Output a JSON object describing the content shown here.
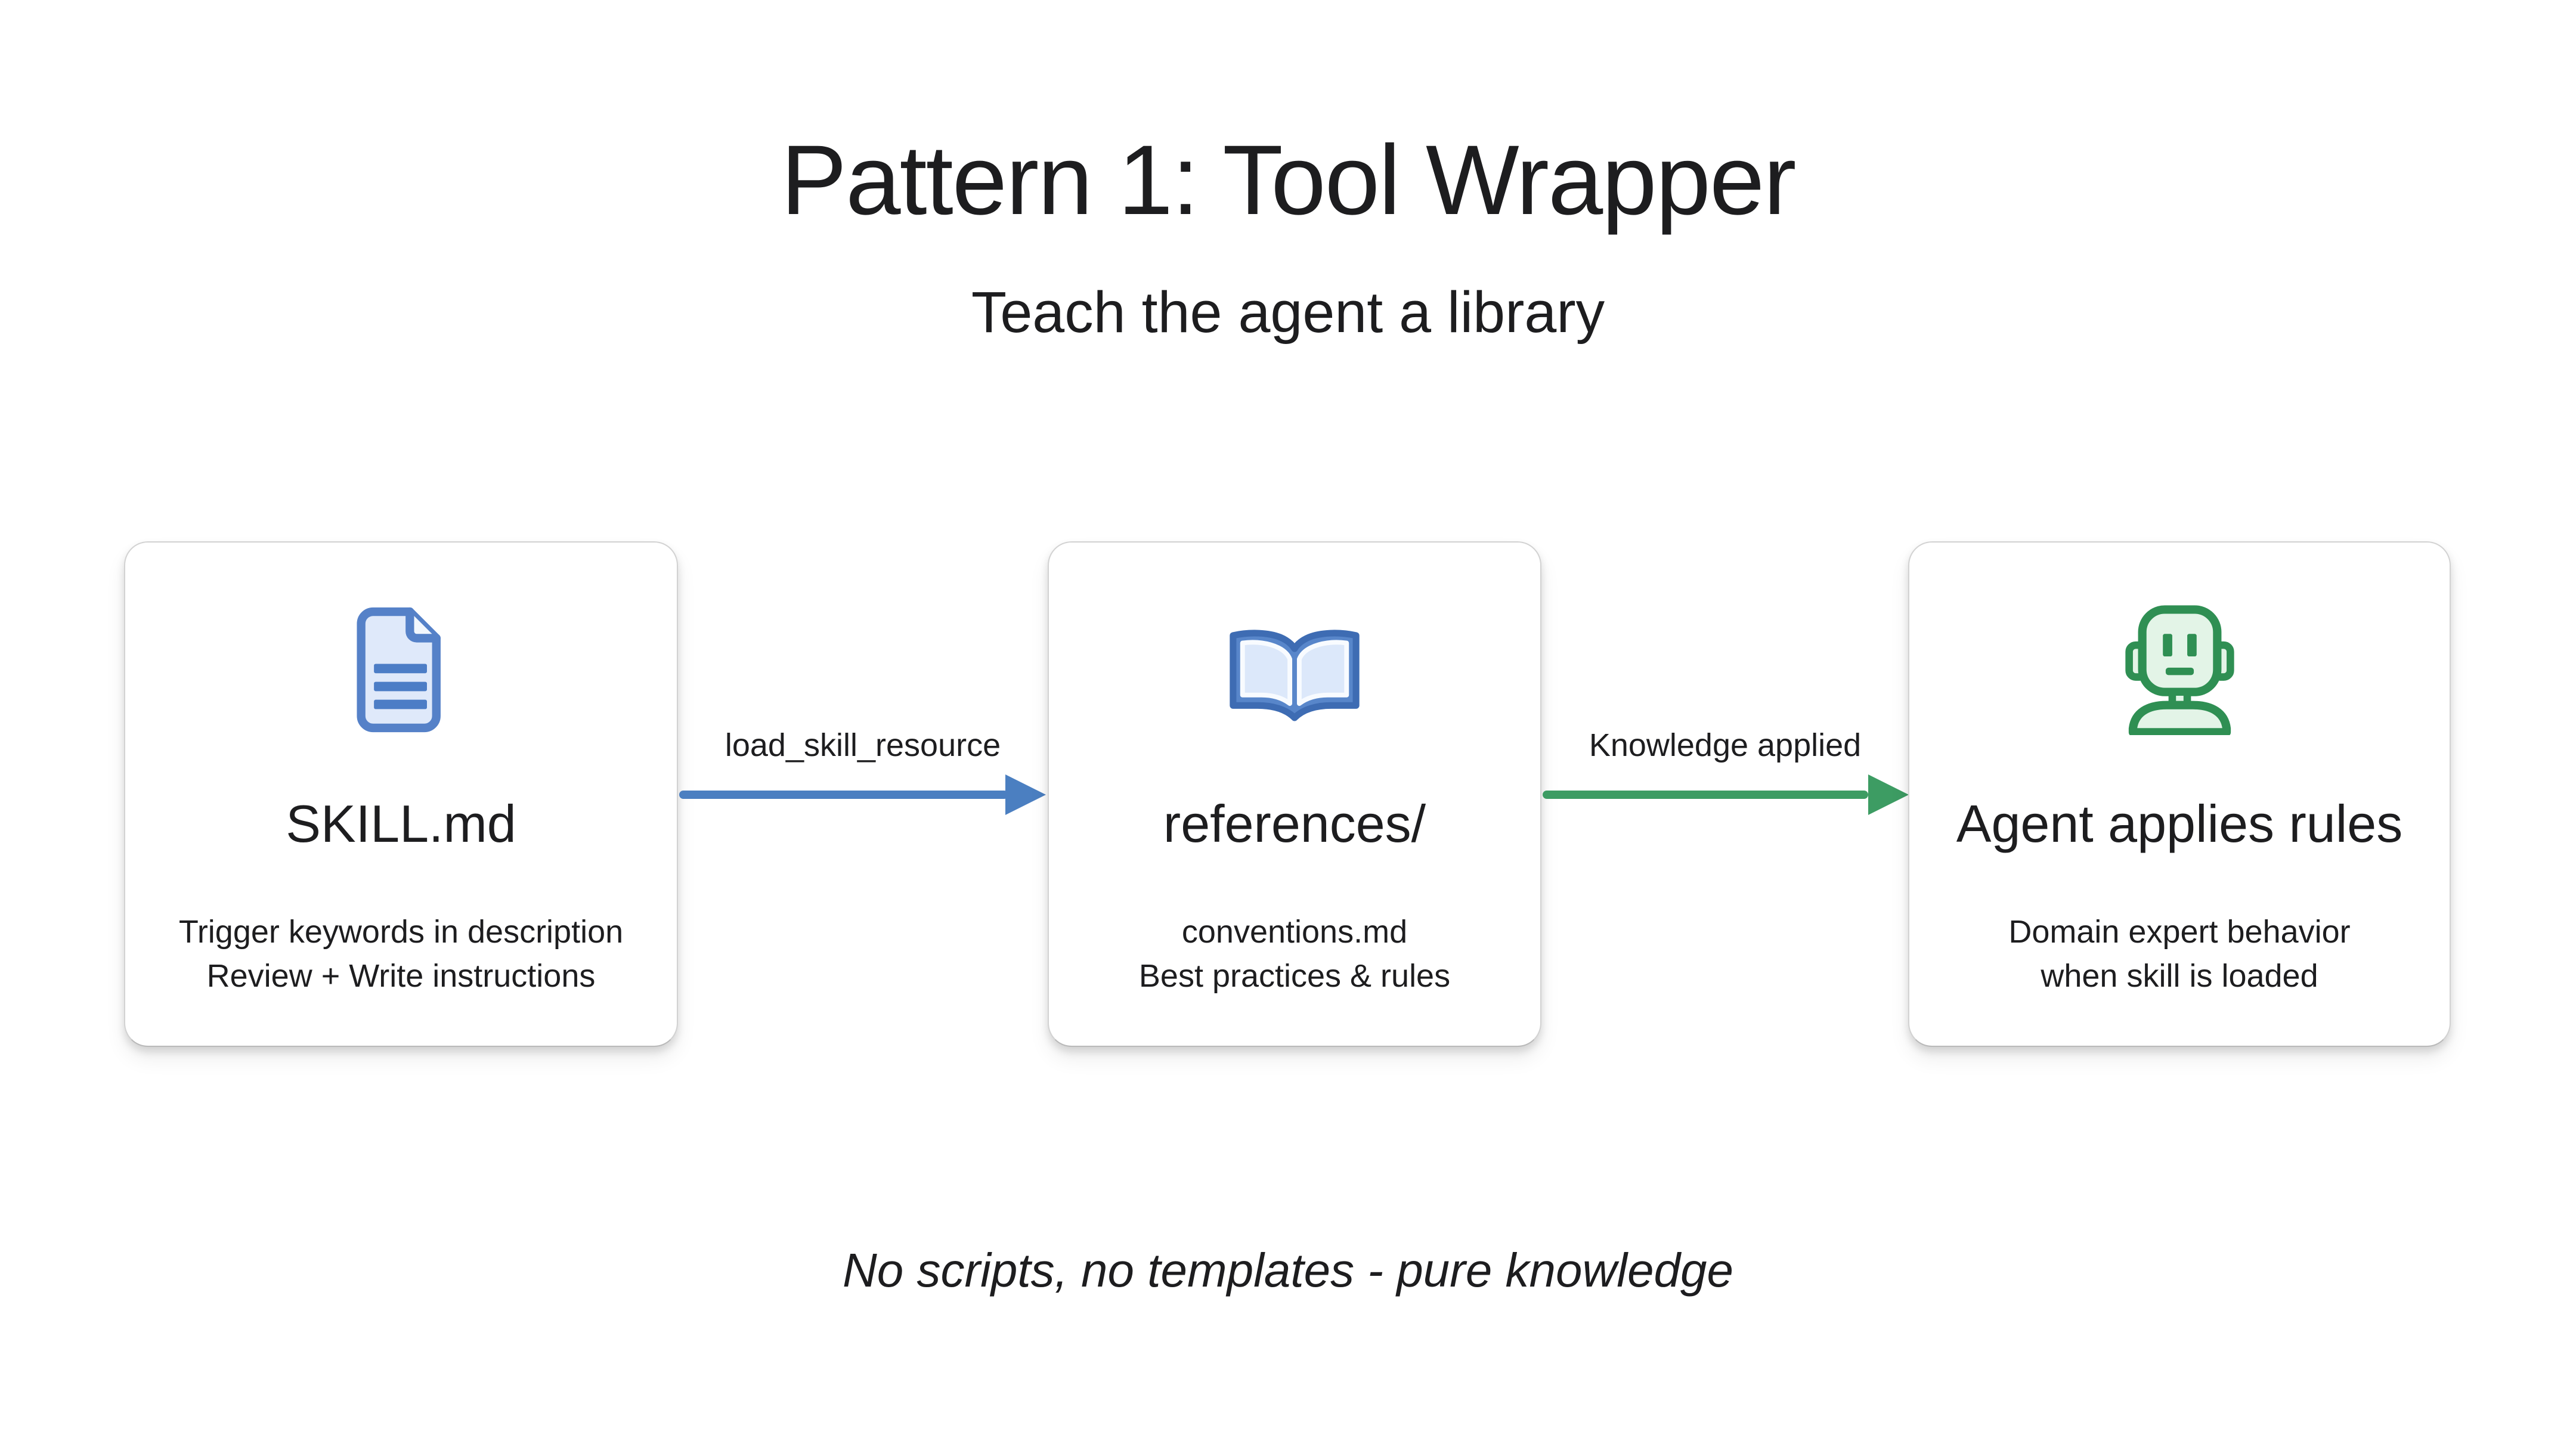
{
  "colors": {
    "text": "#1d1d1f",
    "arrow-blue": "#4b7fc1",
    "arrow-green": "#3d9c63",
    "card-border": "#d2d2d2",
    "doc-fill": "#dfe9fa",
    "doc-stroke": "#5581c8",
    "doc-line": "#4c7dc6",
    "book-cover": "#5886ca",
    "book-stroke": "#3e6cb3",
    "book-page": "#dce8fa",
    "robot-fill": "#e3f4e7",
    "robot-stroke": "#2f8f53"
  },
  "header": {
    "title": "Pattern 1: Tool Wrapper",
    "subtitle": "Teach the agent a library"
  },
  "nodes": [
    {
      "icon": "document-icon",
      "title": "SKILL.md",
      "line1": "Trigger keywords in description",
      "line2": "Review + Write instructions"
    },
    {
      "icon": "open-book-icon",
      "title": "references/",
      "line1": "conventions.md",
      "line2": "Best practices & rules"
    },
    {
      "icon": "robot-icon",
      "title": "Agent applies rules",
      "line1": "Domain expert behavior",
      "line2": "when skill is loaded"
    }
  ],
  "arrows": [
    {
      "label": "load_skill_resource",
      "color": "#4b7fc1",
      "from": "SKILL.md",
      "to": "references/"
    },
    {
      "label": "Knowledge applied",
      "color": "#3d9c63",
      "from": "references/",
      "to": "Agent applies rules"
    }
  ],
  "footer": {
    "note": "No scripts, no templates - pure knowledge"
  }
}
